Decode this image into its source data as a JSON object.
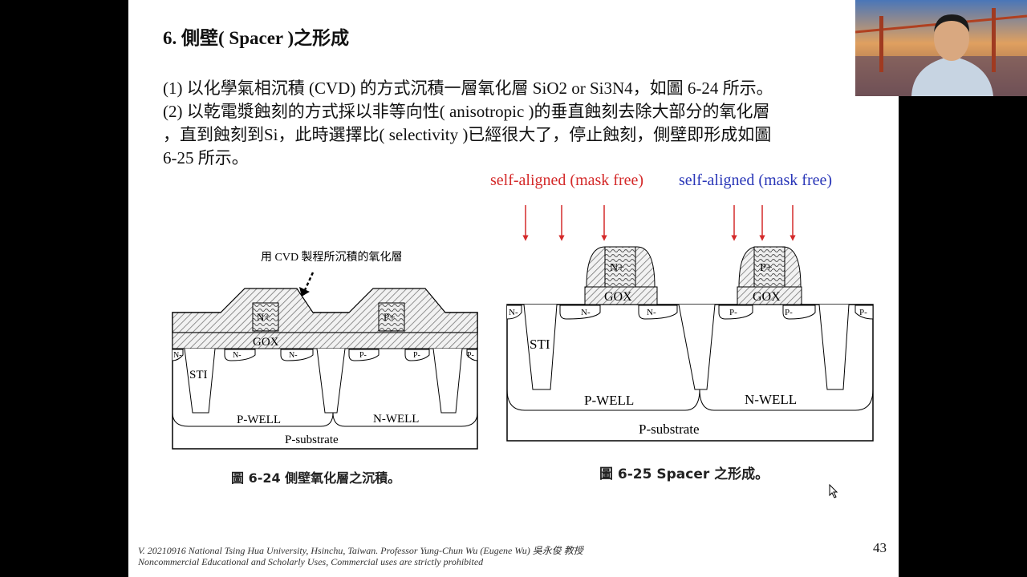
{
  "slide": {
    "title": "6. 側壁( Spacer  )之形成",
    "lines": [
      "(1) 以化學氣相沉積 (CVD) 的方式沉積一層氧化層 SiO2 or Si3N4，如圖 6-24 所示。",
      "(2) 以乾電漿蝕刻的方式採以非等向性( anisotropic )的垂直蝕刻去除大部分的氧化層",
      "，直到蝕刻到Si，此時選擇比( selectivity )已經很大了，停止蝕刻，側壁即形成如圖",
      "6-25 所示。"
    ],
    "self_aligned_left": "self-aligned (mask free)",
    "self_aligned_right": "self-aligned (mask free)",
    "colors": {
      "left_label": "#d42a2a",
      "right_label": "#2a37b8",
      "arrows": "#d42a2a"
    },
    "page_number": "43",
    "footer_line1": "V. 20210916 National Tsing Hua University, Hsinchu, Taiwan. Professor Yung-Chun Wu (Eugene Wu) 吳永俊 教授",
    "footer_line2": "Noncommercial Educational and Scholarly Uses, Commercial uses are strictly prohibited"
  },
  "fig624": {
    "annotation": "用 CVD 製程所沉積的氧化層",
    "gox": "GOX",
    "gate_left": "N+",
    "gate_right": "P+",
    "sti": "STI",
    "pwell": "P-WELL",
    "nwell": "N-WELL",
    "substrate": "P-substrate",
    "n_minus": "N-",
    "p_minus": "P-",
    "caption": "圖 6-24    側壁氧化層之沉積。"
  },
  "fig625": {
    "gox": "GOX",
    "gate_left": "N+",
    "gate_right": "P+",
    "sti": "STI",
    "pwell": "P-WELL",
    "nwell": "N-WELL",
    "substrate": "P-substrate",
    "n_minus": "N-",
    "p_minus": "P-",
    "caption": "圖 6-25    Spacer 之形成。"
  }
}
